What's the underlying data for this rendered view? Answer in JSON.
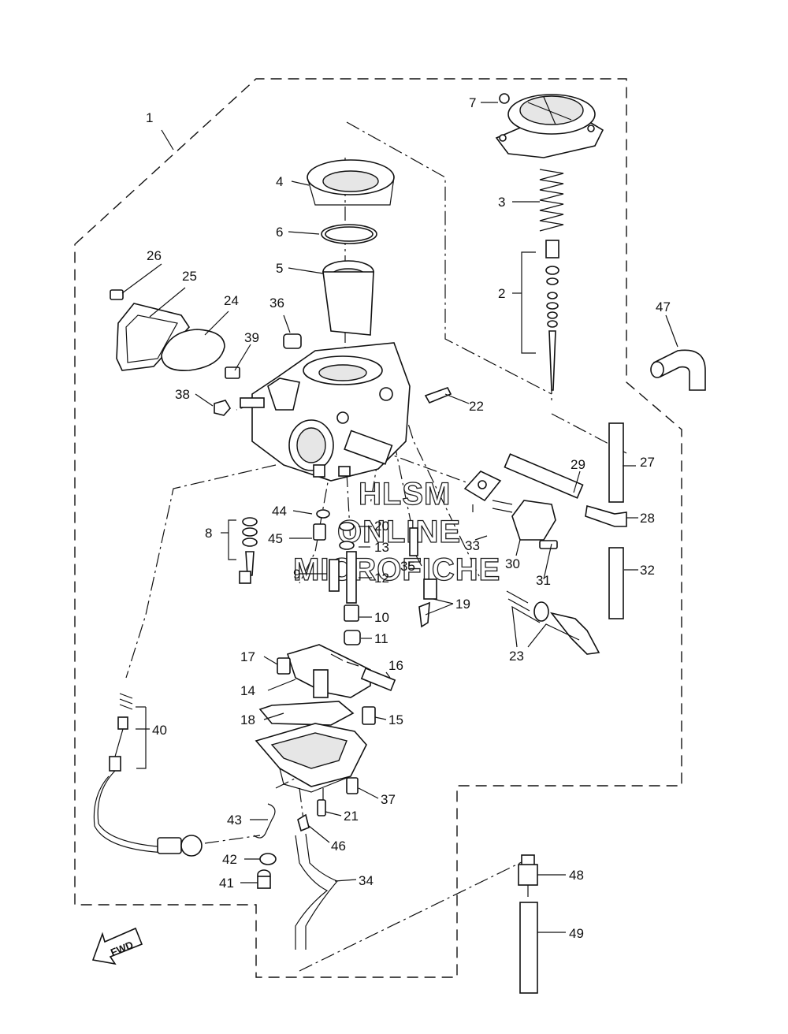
{
  "watermark": {
    "line1": "HLSM",
    "line2": "ONLINE",
    "line3": "MICROFICHE"
  },
  "direction_arrow": {
    "label": "FWD"
  },
  "callouts": {
    "c1": "1",
    "c2": "2",
    "c3": "3",
    "c4": "4",
    "c5": "5",
    "c6": "6",
    "c7": "7",
    "c8": "8",
    "c9": "9",
    "c10": "10",
    "c11": "11",
    "c12": "12",
    "c13": "13",
    "c14": "14",
    "c15": "15",
    "c16": "16",
    "c17": "17",
    "c18": "18",
    "c19": "19",
    "c20": "20",
    "c21": "21",
    "c22": "22",
    "c23": "23",
    "c24": "24",
    "c25": "25",
    "c26": "26",
    "c27": "27",
    "c28": "28",
    "c29": "29",
    "c30": "30",
    "c31": "31",
    "c32": "32",
    "c33": "33",
    "c34": "34",
    "c35": "35",
    "c36": "36",
    "c37": "37",
    "c38": "38",
    "c39": "39",
    "c40": "40",
    "c41": "41",
    "c42": "42",
    "c43": "43",
    "c44": "44",
    "c45": "45",
    "c46": "46",
    "c47": "47",
    "c48": "48",
    "c49": "49"
  }
}
